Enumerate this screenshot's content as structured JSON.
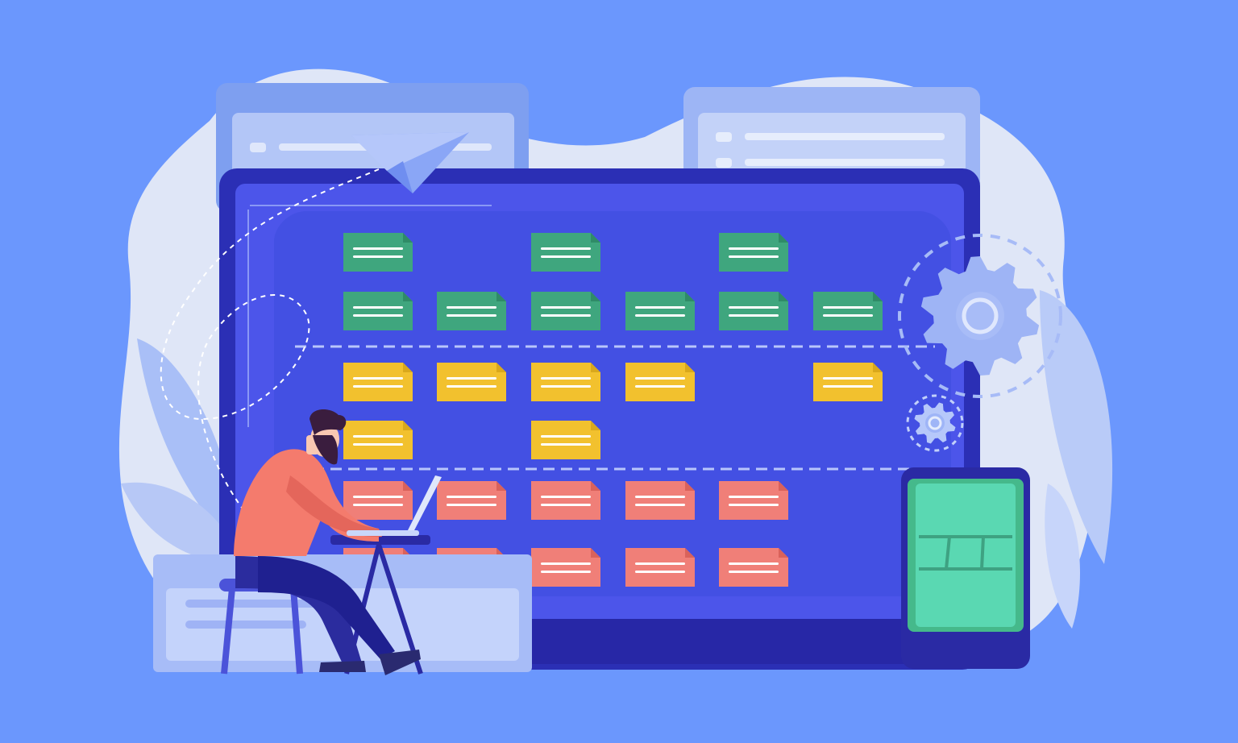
{
  "illustration": {
    "subject": "kanban",
    "colors": {
      "background": "#6b97fd",
      "blob": "#dfe6f7",
      "screen": "#4650e8",
      "monitor_frame": "#2b2fb5",
      "card_green": "#3fa67e",
      "card_yellow": "#f2c12e",
      "card_red": "#f07f78",
      "tablet_screen": "#5ad8b2",
      "person_shirt": "#f47b6d",
      "person_pants": "#2b2c9e",
      "hair": "#3a1d3e"
    },
    "board": {
      "rows": [
        {
          "color": "green",
          "columns": [
            1,
            3,
            5
          ]
        },
        {
          "color": "green",
          "columns": [
            1,
            2,
            3,
            4,
            5,
            6
          ]
        },
        {
          "color": "yellow",
          "columns": [
            1,
            2,
            3,
            4,
            6
          ]
        },
        {
          "color": "yellow",
          "columns": [
            1,
            3
          ]
        },
        {
          "color": "red",
          "columns": [
            1,
            2,
            3,
            4,
            5
          ]
        },
        {
          "color": "red",
          "columns": [
            1,
            2,
            3,
            4,
            5
          ]
        }
      ]
    },
    "icons": [
      "paper-plane-icon",
      "gear-icon",
      "gear-icon",
      "tablet-icon",
      "laptop-icon"
    ]
  }
}
